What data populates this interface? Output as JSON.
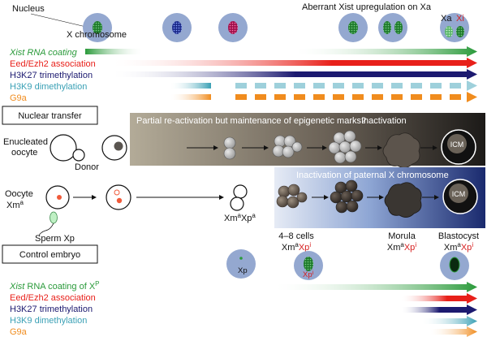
{
  "colors": {
    "xist": "#2a9a3a",
    "eed": "#e8201a",
    "h3k27": "#1c1a70",
    "h3k9": "#3aa0b5",
    "g9a": "#f08c1e",
    "nucleus": "#94a8d0",
    "red_text": "#d62020"
  },
  "top": {
    "nucleus_label": "Nucleus",
    "xchrom_label": "X chromosome",
    "aberrant_label": "Aberrant Xist upregulation on Xa",
    "xa_label": "Xa",
    "xi_label": "Xi"
  },
  "top_legend": [
    {
      "label": "Xist RNA coating",
      "italic": true,
      "color": "#2a9a3a"
    },
    {
      "label": "Eed/Ezh2 association",
      "italic": false,
      "color": "#e8201a"
    },
    {
      "label": "H3K27 trimethylation",
      "italic": false,
      "color": "#1c1a70"
    },
    {
      "label": "H3K9 dimethylation",
      "italic": false,
      "color": "#3aa0b5"
    },
    {
      "label": "G9a",
      "italic": false,
      "color": "#f08c1e"
    }
  ],
  "nuclear_transfer": {
    "box_label": "Nuclear transfer",
    "enucleated_line1": "Enucleated",
    "enucleated_line2": "oocyte",
    "donor_label": "Donor",
    "banner_text": "Partial re-activation but maintenance of epigenetic marks?",
    "inactivation_label": "Inactivation",
    "icm_label": "ICM"
  },
  "control": {
    "oocyte_line1": "Oocyte",
    "oocyte_line2": "Xm",
    "oocyte_sup": "a",
    "sperm_label": "Sperm Xp",
    "zygote_xm": "Xm",
    "zygote_a1": "a",
    "zygote_xp": "Xp",
    "zygote_a2": "a",
    "banner_text": "Inactivation of paternal X chromosome",
    "icm_label": "ICM",
    "stage1_name": "4–8 cells",
    "stage2_name": "Morula",
    "stage3_name": "Blastocyst",
    "geno_xm": "Xm",
    "geno_a": "a",
    "geno_xp": "Xp",
    "geno_i": "i",
    "box_label": "Control embryo",
    "xp_nucleus_label": "Xp",
    "xpi_nucleus_label": "Xp",
    "xpi_nucleus_sup": "i"
  },
  "bottom_legend": {
    "xist_italic": "Xist",
    "xist_rest": " RNA coating of X",
    "xist_sup": "P",
    "eed": "Eed/Ezh2 association",
    "h3k27": "H3K27 trimethylation",
    "h3k9": "H3K9 dimethylation",
    "g9a": "G9a"
  }
}
